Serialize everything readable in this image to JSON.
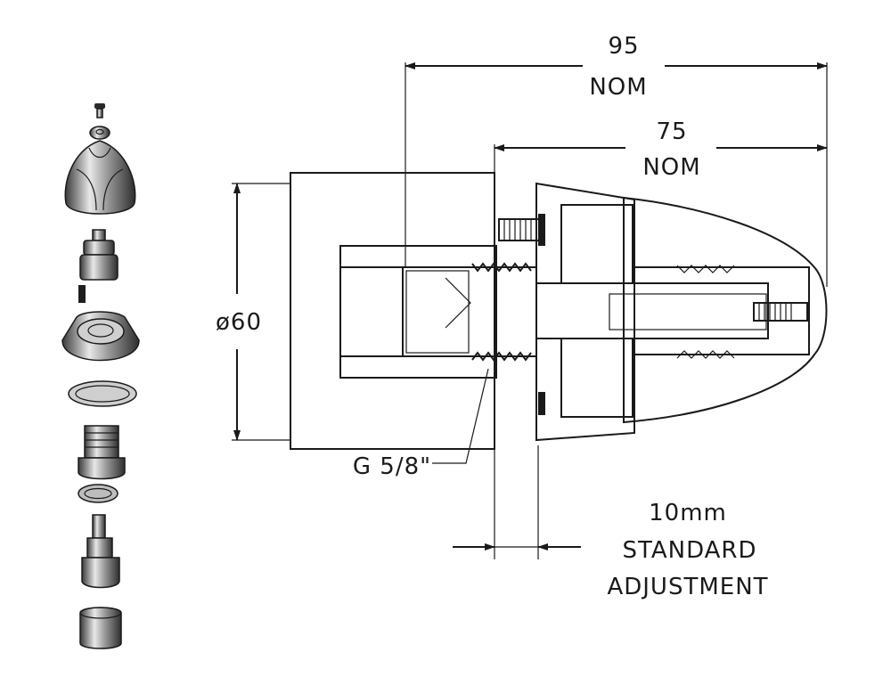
{
  "dimensions": {
    "overall": {
      "value": "95",
      "unit": "NOM"
    },
    "body": {
      "value": "75",
      "unit": "NOM"
    },
    "diameter": "ø60",
    "thread": "G 5/8\"",
    "adjustment": {
      "value": "10mm",
      "line1": "STANDARD",
      "line2": "ADJUSTMENT"
    }
  },
  "colors": {
    "ink": "#1a1a1a",
    "metal": "#6b6b6b",
    "paper": "#ffffff"
  },
  "exploded_parts": [
    "screw",
    "washer",
    "handle",
    "spindle-top",
    "set-screw",
    "shroud",
    "sealing-ring",
    "threaded-insert",
    "o-ring",
    "cartridge",
    "sleeve"
  ]
}
